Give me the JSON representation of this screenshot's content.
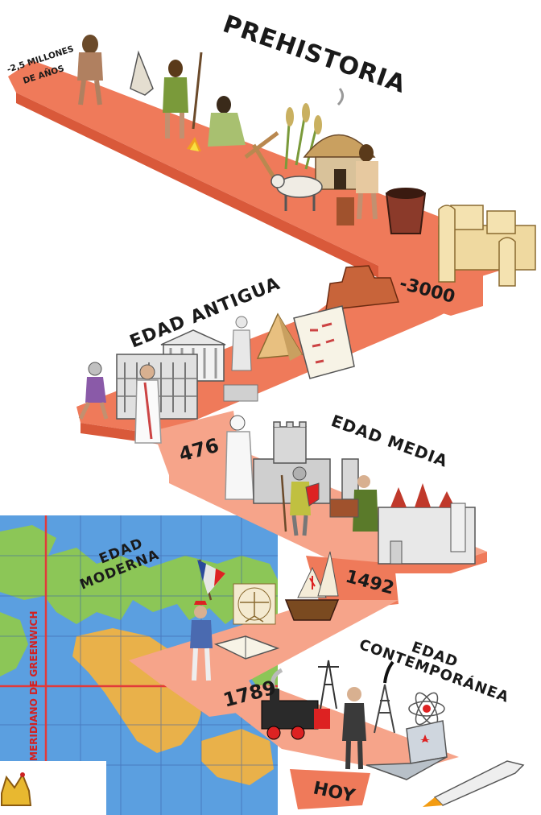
{
  "eras": {
    "prehistoria": "PREHISTORIA",
    "antigua": "EDAD ANTIGUA",
    "media": "EDAD MEDIA",
    "moderna_line1": "EDAD",
    "moderna_line2": "MODERNA",
    "contemporanea_line1": "EDAD",
    "contemporanea_line2": "CONTEMPORÁNEA"
  },
  "dates": {
    "start_line1": "-2,5 MILLONES",
    "start_line2": "DE AÑOS",
    "d3000": "-3000",
    "d476": "476",
    "d1492": "1492",
    "d1789": "1789",
    "hoy": "HOY"
  },
  "map": {
    "meridian_label": "MERIDIANO DE GREENWICH"
  },
  "colors": {
    "ribbon_main": "#ef7a5a",
    "ribbon_light": "#f6a48a",
    "ribbon_dark": "#d9593a",
    "ocean": "#5b9fe0",
    "land_north": "#8cc657",
    "land_south": "#e9b14a",
    "grid_line": "#e23a3a"
  },
  "icons": [
    "caveman-icon",
    "hand-axe-icon",
    "hunter-with-spear-icon",
    "woman-at-fire-icon",
    "plough-icon",
    "wheat-icon",
    "round-hut-icon",
    "cow-icon",
    "potter-icon",
    "clay-pot-icon",
    "walled-village-icon",
    "ziggurat-icon",
    "pyramid-icon",
    "hieroglyph-scroll-icon",
    "discobolus-statue-icon",
    "roman-temple-icon",
    "colosseum-icon",
    "roman-soldier-icon",
    "toga-senator-icon",
    "arab-scholar-icon",
    "castle-icon",
    "knight-icon",
    "monk-writing-icon",
    "medieval-city-icon",
    "vitruvian-man-icon",
    "caravel-icon",
    "french-flag-icon",
    "revolutionary-icon",
    "open-book-icon",
    "steam-locomotive-icon",
    "electric-pylon-icon",
    "businessman-icon",
    "oil-derrick-icon",
    "atom-icon",
    "laptop-icon",
    "rocket-icon",
    "crown-icon"
  ]
}
